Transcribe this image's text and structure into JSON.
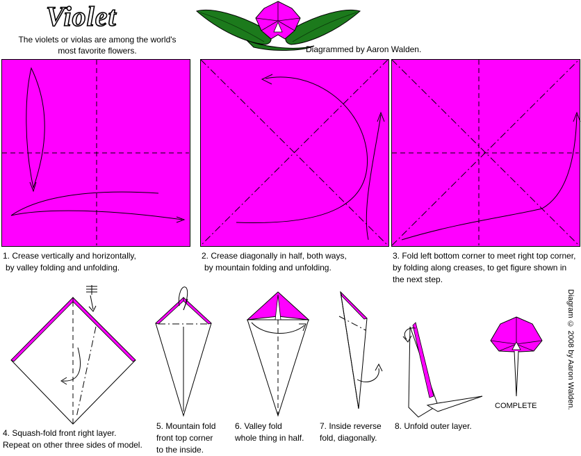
{
  "header": {
    "title": "Violet",
    "subtitle_line1": "The violets or violas are among the world's",
    "subtitle_line2": "most favorite flowers.",
    "credit": "Diagrammed by Aaron Walden.",
    "copyright": "Diagram © 2008 by Aaron Walden."
  },
  "colors": {
    "paper": "#ff00ff",
    "leaf": "#1c7a1c",
    "line": "#000000"
  },
  "steps": [
    {
      "number": "1.",
      "lines": [
        "1. Crease vertically and horizontally,",
        "by valley folding and unfolding."
      ]
    },
    {
      "number": "2.",
      "lines": [
        "2. Crease diagonally in half, both ways,",
        "by mountain folding and unfolding."
      ]
    },
    {
      "number": "3.",
      "lines": [
        "3. Fold left bottom corner to meet right top corner,",
        "by folding along creases, to get figure shown in",
        "the next step."
      ]
    },
    {
      "number": "4.",
      "lines": [
        "4. Squash-fold front right layer.",
        "Repeat on other three sides of model."
      ]
    },
    {
      "number": "5.",
      "lines": [
        "5. Mountain fold",
        "front top corner",
        "to the inside."
      ]
    },
    {
      "number": "6.",
      "lines": [
        "6. Valley fold",
        "whole thing in half."
      ]
    },
    {
      "number": "7.",
      "lines": [
        "7. Inside reverse",
        "fold, diagonally."
      ]
    },
    {
      "number": "8.",
      "lines": [
        "8. Unfold outer layer."
      ]
    }
  ],
  "complete_label": "COMPLETE"
}
